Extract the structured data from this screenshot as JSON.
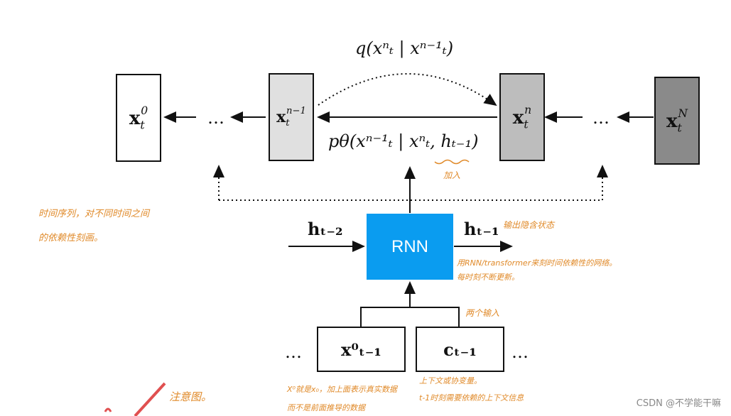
{
  "top_row": {
    "box_x0": {
      "base": "x",
      "sub": "t",
      "sup": "0"
    },
    "box_xn_minus1": {
      "base": "x",
      "sub": "t",
      "sup": "n−1"
    },
    "box_xn": {
      "base": "x",
      "sub": "t",
      "sup": "n"
    },
    "box_xN": {
      "base": "x",
      "sub": "t",
      "sup": "N"
    },
    "ellipsis_left": "…",
    "ellipsis_right": "…",
    "q_label": "q(xⁿₜ | xⁿ⁻¹ₜ)",
    "p_label": "pθ(xⁿ⁻¹ₜ | xⁿₜ, hₜ₋₁)",
    "colors": {
      "box_x0": "#ffffff",
      "box_xn_minus1": "#e0e0e0",
      "box_xn": "#bdbdbd",
      "box_xN": "#8a8a8a"
    }
  },
  "rnn": {
    "label": "RNN",
    "input_label": "hₜ₋₂",
    "output_label": "hₜ₋₁",
    "color": "#0a9cf0"
  },
  "bottom_row": {
    "ellipsis_left": "…",
    "ellipsis_right": "…",
    "box_x": "x⁰ₜ₋₁",
    "box_c": "cₜ₋₁"
  },
  "annotations": {
    "jia_ru": "加入",
    "time_series": "时间序列，对不同时间之间",
    "time_series_2": "的依赖性刻画。",
    "hidden_state": "输出隐含状态",
    "rnn_note_1": "用RNN/transformer来刻时间依赖性的网络。",
    "rnn_note_2": "每时刻不断更新。",
    "two_inputs": "两个输入",
    "x_note_1": "X⁰就是x₀，加上面表示真实数据",
    "x_note_2": "而不是前面推导的数据",
    "c_note_1": "上下文或协变量。",
    "c_note_2": "t-1时刻需要依赖的上下文信息",
    "look_figure": "注意图。"
  },
  "watermark": "CSDN @不学能干嘛"
}
